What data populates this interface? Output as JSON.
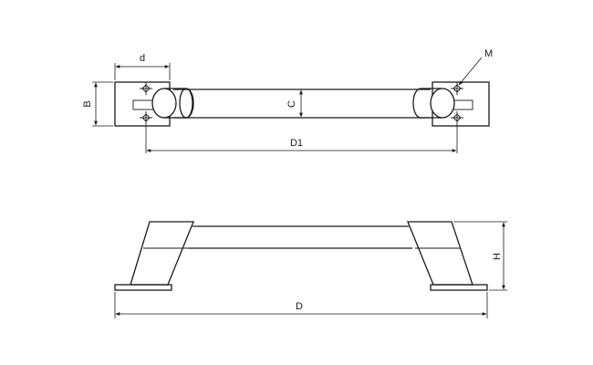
{
  "labels": {
    "d": "d",
    "m": "M",
    "b": "B",
    "c": "C",
    "d1": "D1",
    "h": "H",
    "d_total": "D"
  },
  "colors": {
    "line": "#1a1a1a",
    "background": "#ffffff"
  },
  "marker": "arrowhead"
}
